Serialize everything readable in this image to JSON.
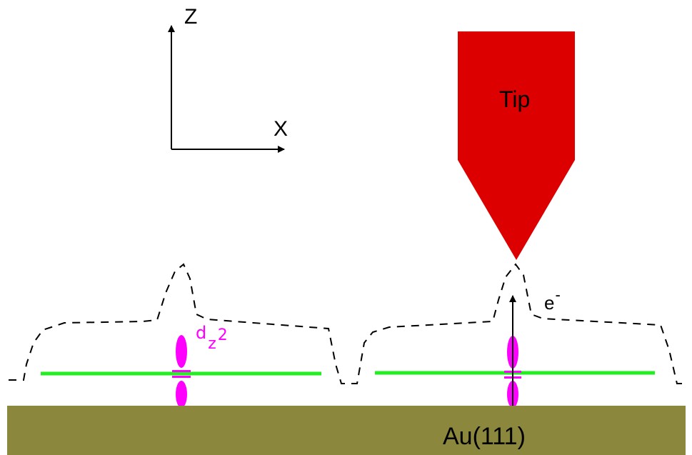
{
  "axes": {
    "z_label": "Z",
    "x_label": "X"
  },
  "tip": {
    "label": "Tip",
    "color": "#dd0000"
  },
  "substrate": {
    "label": "Au(111)",
    "color": "#8b873c"
  },
  "orbital": {
    "label_main": "d",
    "label_sub": "z",
    "label_sup": "2",
    "color": "#ff00ff"
  },
  "electron": {
    "label_main": "e",
    "label_sup": "-"
  },
  "layer_color": "#22ee22",
  "profile_color": "#000000"
}
